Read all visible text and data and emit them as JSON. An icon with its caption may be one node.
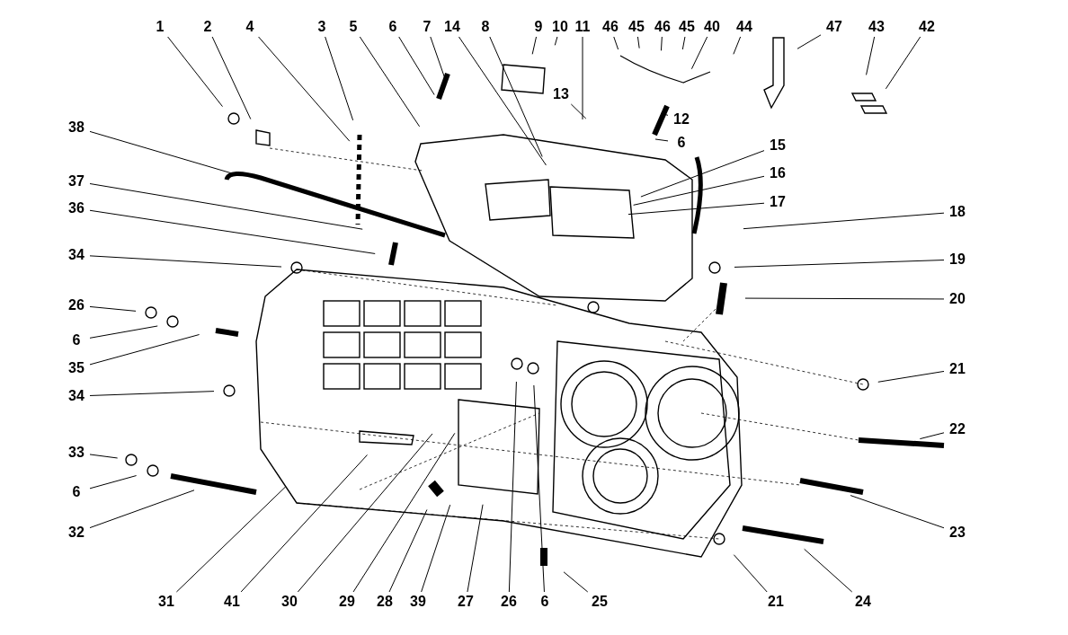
{
  "diagram": {
    "nodes": [
      {
        "text": [
          "1"
        ]
      },
      {
        "text": [
          "2"
        ]
      },
      {
        "text": [
          "4"
        ]
      },
      {
        "text": [
          "3"
        ]
      },
      {
        "text": [
          "5"
        ]
      },
      {
        "text": [
          "6"
        ]
      },
      {
        "text": [
          "7"
        ]
      },
      {
        "text": [
          "14"
        ]
      },
      {
        "text": [
          "8"
        ]
      },
      {
        "text": [
          "9"
        ]
      },
      {
        "text": [
          "10"
        ]
      },
      {
        "text": [
          "11"
        ]
      },
      {
        "text": [
          "46"
        ]
      },
      {
        "text": [
          "45"
        ]
      },
      {
        "text": [
          "46"
        ]
      },
      {
        "text": [
          "45"
        ]
      },
      {
        "text": [
          "40"
        ]
      },
      {
        "text": [
          "44"
        ]
      },
      {
        "text": [
          "47"
        ]
      },
      {
        "text": [
          "43"
        ]
      },
      {
        "text": [
          "42"
        ]
      },
      {
        "text": [
          "13"
        ]
      },
      {
        "text": [
          "12"
        ]
      },
      {
        "text": [
          "6"
        ]
      },
      {
        "text": [
          "38"
        ]
      },
      {
        "text": [
          "15"
        ]
      },
      {
        "text": [
          "16"
        ]
      },
      {
        "text": [
          "37"
        ]
      },
      {
        "text": [
          "17"
        ]
      },
      {
        "text": [
          "18"
        ]
      },
      {
        "text": [
          "36"
        ]
      },
      {
        "text": [
          "34"
        ]
      },
      {
        "text": [
          "19"
        ]
      },
      {
        "text": [
          "20"
        ]
      },
      {
        "text": [
          "26"
        ]
      },
      {
        "text": [
          "6"
        ]
      },
      {
        "text": [
          "35"
        ]
      },
      {
        "text": [
          "34"
        ]
      },
      {
        "text": [
          "21"
        ]
      },
      {
        "text": [
          "22"
        ]
      },
      {
        "text": [
          "33"
        ]
      },
      {
        "text": [
          "6"
        ]
      },
      {
        "text": [
          "32"
        ]
      },
      {
        "text": [
          "23"
        ]
      },
      {
        "text": [
          "31"
        ]
      },
      {
        "text": [
          "41"
        ]
      },
      {
        "text": [
          "30"
        ]
      },
      {
        "text": [
          "29"
        ]
      },
      {
        "text": [
          "28"
        ]
      },
      {
        "text": [
          "39"
        ]
      },
      {
        "text": [
          "27"
        ]
      },
      {
        "text": [
          "26"
        ]
      },
      {
        "text": [
          "6"
        ]
      },
      {
        "text": [
          "25"
        ]
      },
      {
        "text": [
          "21"
        ]
      },
      {
        "text": [
          "24"
        ]
      }
    ],
    "edges": [
      {
        "from": 0,
        "to": null,
        "arrow": "none"
      },
      {
        "from": 1,
        "to": null,
        "arrow": "none"
      },
      {
        "from": 2,
        "to": null,
        "arrow": "none"
      },
      {
        "from": 3,
        "to": null,
        "arrow": "none"
      },
      {
        "from": 4,
        "to": null,
        "arrow": "none"
      },
      {
        "from": 5,
        "to": null,
        "arrow": "none"
      },
      {
        "from": 6,
        "to": null,
        "arrow": "none"
      },
      {
        "from": 7,
        "to": null,
        "arrow": "none"
      },
      {
        "from": 8,
        "to": null,
        "arrow": "none"
      },
      {
        "from": 9,
        "to": null,
        "arrow": "none"
      },
      {
        "from": 10,
        "to": null,
        "arrow": "none"
      },
      {
        "from": 11,
        "to": null,
        "arrow": "none"
      },
      {
        "from": 12,
        "to": null,
        "arrow": "none"
      },
      {
        "from": 13,
        "to": null,
        "arrow": "none"
      },
      {
        "from": 14,
        "to": null,
        "arrow": "none"
      },
      {
        "from": 15,
        "to": null,
        "arrow": "none"
      },
      {
        "from": 16,
        "to": null,
        "arrow": "none"
      },
      {
        "from": 17,
        "to": null,
        "arrow": "none"
      },
      {
        "from": 18,
        "to": null,
        "arrow": "none"
      },
      {
        "from": 19,
        "to": null,
        "arrow": "none"
      },
      {
        "from": 20,
        "to": null,
        "arrow": "none"
      },
      {
        "from": 21,
        "to": null,
        "arrow": "none"
      },
      {
        "from": 22,
        "to": null,
        "arrow": "none"
      },
      {
        "from": 23,
        "to": null,
        "arrow": "none"
      },
      {
        "from": 24,
        "to": null,
        "arrow": "none"
      },
      {
        "from": 25,
        "to": null,
        "arrow": "none"
      },
      {
        "from": 26,
        "to": null,
        "arrow": "none"
      },
      {
        "from": 27,
        "to": null,
        "arrow": "none"
      },
      {
        "from": 28,
        "to": null,
        "arrow": "none"
      },
      {
        "from": 29,
        "to": null,
        "arrow": "none"
      },
      {
        "from": 30,
        "to": null,
        "arrow": "none"
      },
      {
        "from": 31,
        "to": null,
        "arrow": "none"
      },
      {
        "from": 32,
        "to": null,
        "arrow": "none"
      },
      {
        "from": 33,
        "to": null,
        "arrow": "none"
      },
      {
        "from": 34,
        "to": null,
        "arrow": "none"
      },
      {
        "from": 35,
        "to": null,
        "arrow": "none"
      },
      {
        "from": 36,
        "to": null,
        "arrow": "none"
      },
      {
        "from": 37,
        "to": null,
        "arrow": "none"
      },
      {
        "from": 38,
        "to": null,
        "arrow": "none"
      },
      {
        "from": 39,
        "to": null,
        "arrow": "none"
      },
      {
        "from": 40,
        "to": null,
        "arrow": "none"
      },
      {
        "from": 41,
        "to": null,
        "arrow": "none"
      },
      {
        "from": 42,
        "to": null,
        "arrow": "none"
      },
      {
        "from": 43,
        "to": null,
        "arrow": "none"
      },
      {
        "from": 44,
        "to": null,
        "arrow": "none"
      },
      {
        "from": 45,
        "to": null,
        "arrow": "none"
      },
      {
        "from": 46,
        "to": null,
        "arrow": "none"
      },
      {
        "from": 47,
        "to": null,
        "arrow": "none"
      },
      {
        "from": 48,
        "to": null,
        "arrow": "none"
      },
      {
        "from": 49,
        "to": null,
        "arrow": "none"
      },
      {
        "from": 50,
        "to": null,
        "arrow": "none"
      },
      {
        "from": 51,
        "to": null,
        "arrow": "none"
      },
      {
        "from": 52,
        "to": null,
        "arrow": "none"
      },
      {
        "from": 53,
        "to": null,
        "arrow": "none"
      },
      {
        "from": 54,
        "to": null,
        "arrow": "none"
      },
      {
        "from": 55,
        "to": null,
        "arrow": "none"
      }
    ]
  }
}
